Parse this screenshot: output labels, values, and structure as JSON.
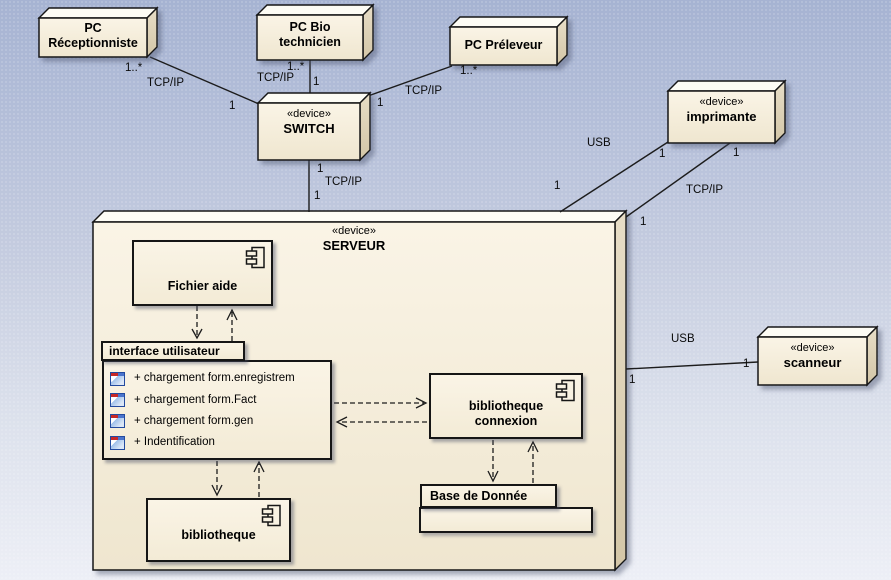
{
  "nodes": {
    "pc_receptionniste": {
      "line1": "PC",
      "line2": "Réceptionniste"
    },
    "pc_bio_technicien": {
      "line1": "PC Bio",
      "line2": "technicien"
    },
    "pc_preleveur": {
      "name": "PC Préleveur"
    },
    "switch": {
      "stereotype": "«device»",
      "name": "SWITCH"
    },
    "imprimante": {
      "stereotype": "«device»",
      "name": "imprimante"
    },
    "scanneur": {
      "stereotype": "«device»",
      "name": "scanneur"
    },
    "serveur": {
      "stereotype": "«device»",
      "name": "SERVEUR"
    }
  },
  "components": {
    "fichier_aide": {
      "name": "Fichier aide"
    },
    "interface_utilisateur": {
      "title": "interface utilisateur",
      "items": [
        {
          "label": "+ chargement form.enregistrem"
        },
        {
          "label": "+ chargement form.Fact"
        },
        {
          "label": "+ chargement form.gen"
        },
        {
          "label": "+ Indentification"
        }
      ]
    },
    "bibliotheque_connexion": {
      "line1": "bibliotheque",
      "line2": "connexion"
    },
    "bibliotheque": {
      "name": "bibliotheque"
    },
    "base_de_donnee": {
      "name": "Base de Donnée"
    }
  },
  "edge_labels": {
    "receptionniste_mult": "1..*",
    "receptionniste_protocol": "TCP/IP",
    "receptionniste_switch_end": "1",
    "bio_mult": "1..*",
    "bio_protocol": "TCP/IP",
    "bio_switch_end": "1",
    "preleveur_mult": "1..*",
    "preleveur_protocol": "TCP/IP",
    "preleveur_switch_end": "1",
    "switch_serveur_switch_end": "1",
    "switch_serveur_protocol": "TCP/IP",
    "switch_serveur_serveur_end": "1",
    "imprimante_usb_protocol": "USB",
    "imprimante_usb_imprimante_end": "1",
    "imprimante_usb_serveur_end": "1",
    "imprimante_tcpip_protocol": "TCP/IP",
    "imprimante_tcpip_imprimante_end": "1",
    "imprimante_tcpip_serveur_end": "1",
    "scanneur_usb_protocol": "USB",
    "scanneur_usb_scanneur_end": "1",
    "scanneur_usb_serveur_end": "1"
  },
  "colors": {
    "node_fill": "#f8f1e0",
    "node_top_face": "#fdfcf5",
    "node_side_face": "#ddd1b4",
    "stroke": "#161616",
    "background_top": "#a6b3d2",
    "background_bottom": "#edeff6",
    "window_icon_blue": "#4a74cc",
    "window_icon_red": "#c62828"
  }
}
